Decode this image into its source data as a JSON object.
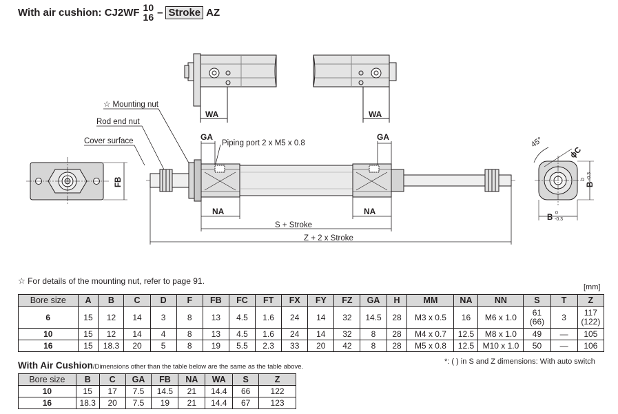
{
  "title": {
    "prefix": "With air cushion: CJ2WF",
    "bore_top": "10",
    "bore_bottom": "16",
    "dash": "–",
    "stroke": "Stroke",
    "suffix": "AZ"
  },
  "drawing": {
    "labels": {
      "wa1": "WA",
      "wa2": "WA",
      "mounting_nut": "☆ Mounting nut",
      "rod_end_nut": "Rod end nut",
      "cover_surface": "Cover surface",
      "ga1": "GA",
      "ga2": "GA",
      "piping_port": "Piping port 2 x M5 x 0.8",
      "fb": "FB",
      "na1": "NA",
      "na2": "NA",
      "s_stroke": "S + Stroke",
      "z_stroke": "Z + 2 x Stroke",
      "angle": "45°",
      "phi_c": "ϕC",
      "b_side": "B",
      "b_bottom": "B",
      "tol_top": "0",
      "tol_bottom": "-0.3"
    }
  },
  "mounting_note": "☆ For details of the mounting nut, refer to page 91.",
  "unit": "[mm]",
  "main_table": {
    "headers": [
      "Bore size",
      "A",
      "B",
      "C",
      "D",
      "F",
      "FB",
      "FC",
      "FT",
      "FX",
      "FY",
      "FZ",
      "GA",
      "H",
      "MM",
      "NA",
      "NN",
      "S",
      "T",
      "Z"
    ],
    "rows": [
      [
        "6",
        "15",
        "12",
        "14",
        "3",
        "8",
        "13",
        "4.5",
        "1.6",
        "24",
        "14",
        "32",
        "14.5",
        "28",
        "M3 x 0.5",
        "16",
        "M6 x 1.0",
        "61",
        "3",
        "117"
      ],
      [
        "10",
        "15",
        "12",
        "14",
        "4",
        "8",
        "13",
        "4.5",
        "1.6",
        "24",
        "14",
        "32",
        "8",
        "28",
        "M4 x 0.7",
        "12.5",
        "M8 x 1.0",
        "49",
        "—",
        "105"
      ],
      [
        "16",
        "15",
        "18.3",
        "20",
        "5",
        "8",
        "19",
        "5.5",
        "2.3",
        "33",
        "20",
        "42",
        "8",
        "28",
        "M5 x 0.8",
        "12.5",
        "M10 x 1.0",
        "50",
        "—",
        "106"
      ]
    ],
    "s_alt": "(66)",
    "z_alt": "(122)"
  },
  "auto_switch_note": "*: ( ) in S and Z dimensions: With auto switch",
  "cushion": {
    "title": "With Air Cushion",
    "subtitle": "/Dimensions other than the table below are the same as the table above.",
    "headers": [
      "Bore size",
      "B",
      "C",
      "GA",
      "FB",
      "NA",
      "WA",
      "S",
      "Z"
    ],
    "rows": [
      [
        "10",
        "15",
        "17",
        "7.5",
        "14.5",
        "21",
        "14.4",
        "66",
        "122"
      ],
      [
        "16",
        "18.3",
        "20",
        "7.5",
        "19",
        "21",
        "14.4",
        "67",
        "123"
      ]
    ]
  }
}
